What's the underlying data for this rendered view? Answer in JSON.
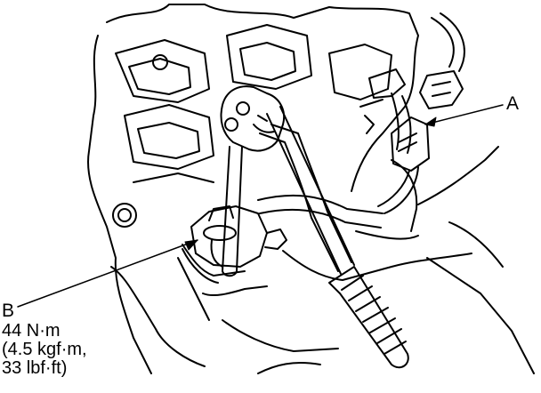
{
  "callouts": {
    "a": {
      "letter": "A"
    },
    "b": {
      "letter": "B"
    }
  },
  "torque": {
    "line1": "44 N·m",
    "line2": "(4.5 kgf·m,",
    "line3": "33 lbf·ft)"
  },
  "colors": {
    "ink": "#000000",
    "paper": "#ffffff"
  }
}
